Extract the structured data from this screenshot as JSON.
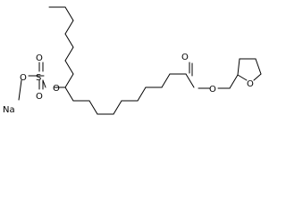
{
  "molecule": {
    "atoms": {
      "sodium": "Na",
      "sulfate_o1": "O",
      "sulfur": "S",
      "sulfonyl_o_upper": "O",
      "sulfonyl_o_lower": "O",
      "ester_o_link": "O",
      "carbonyl_o": "O",
      "ester_o": "O",
      "ring_o": "O"
    }
  }
}
